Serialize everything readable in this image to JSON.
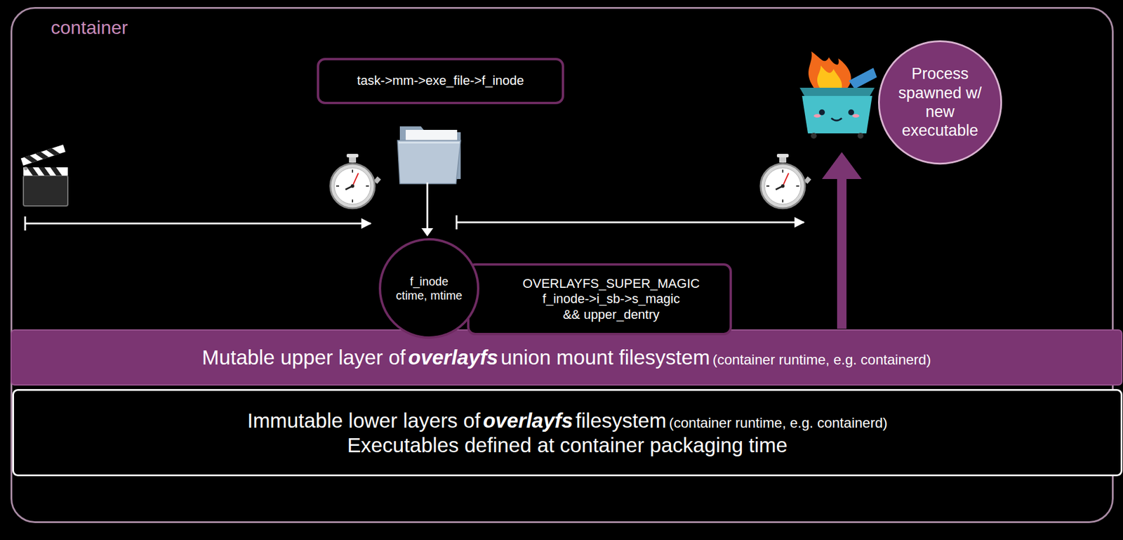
{
  "diagram": {
    "nodes": [
      {
        "text": [
          "container"
        ]
      },
      {
        "text": [
          "task->mm->exe_file->f_inode"
        ],
        "in": 0
      },
      {
        "text": [
          "Process spawned w/ new executable"
        ],
        "in": 0
      },
      {
        "text": [
          "f_inode",
          "ctime, mtime"
        ],
        "in": 0
      },
      {
        "text": [
          "OVERLAYFS_SUPER_MAGIC",
          "f_inode->i_sb->s_magic",
          "&& upper_dentry"
        ],
        "in": 0
      },
      {
        "text": [
          "Mutable upper layer of",
          "overlayfs",
          "union mount filesystem",
          "(container runtime, e.g. containerd)"
        ],
        "in": 0
      },
      {
        "text": [
          "Immutable lower layers of",
          "overlayfs",
          "filesystem",
          "(container runtime, e.g. containerd)",
          "Executables defined at container packaging time"
        ],
        "in": 0
      }
    ]
  }
}
